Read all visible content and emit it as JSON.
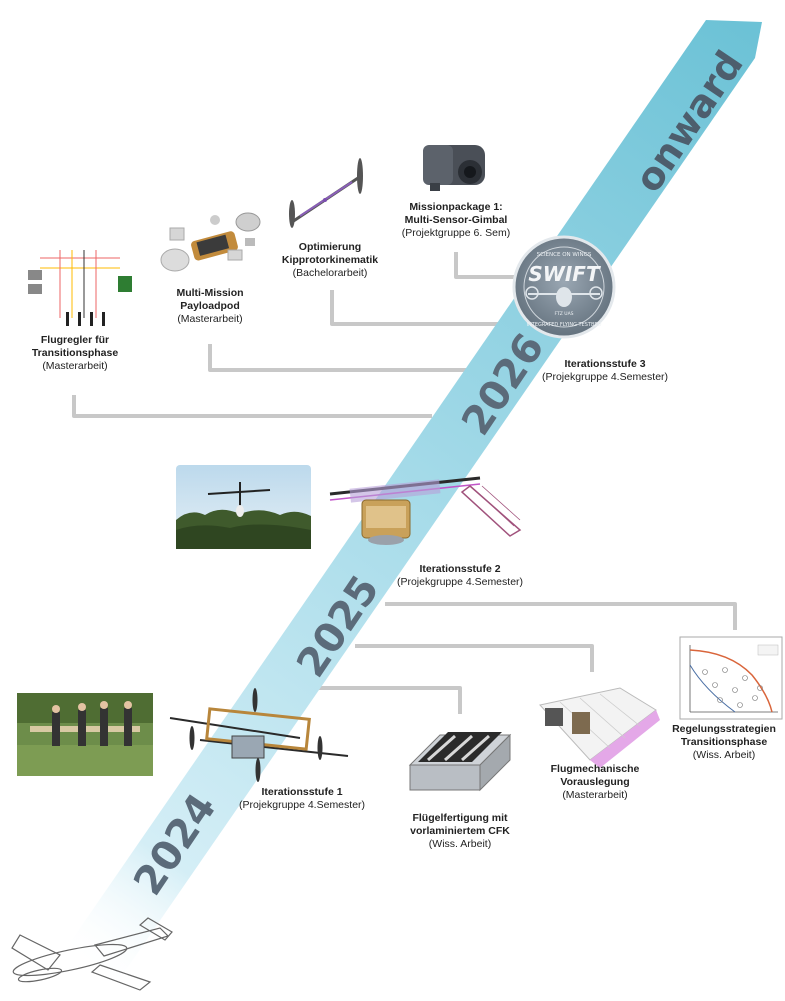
{
  "timeline": {
    "years": [
      "2024",
      "2025",
      "2026"
    ],
    "end_label": "onward",
    "arrow_color": "#6fc3d6"
  },
  "logo": {
    "main": "SWIFT",
    "top_arc": "SCIENCE ON WINGS",
    "bottom_arc": "INTEGRATED FLYING TESTBED",
    "small": "FTZ UAS"
  },
  "items": {
    "flugregler": {
      "title1": "Flugregler für",
      "title2": "Transitionsphase",
      "sub": "(Masterarbeit)"
    },
    "payloadpod": {
      "title1": "Multi-Mission",
      "title2": "Payloadpod",
      "sub": "(Masterarbeit)"
    },
    "kipprotor": {
      "title1": "Optimierung",
      "title2": "Kipprotorkinematik",
      "sub": "(Bachelorarbeit)"
    },
    "missionpackage": {
      "title1": "Missionpackage 1:",
      "title2": "Multi-Sensor-Gimbal",
      "sub": "(Projektgruppe 6. Sem)"
    },
    "iteration3": {
      "title1": "Iterationsstufe 3",
      "sub": "(Projekgruppe 4.Semester)"
    },
    "iteration2": {
      "title1": "Iterationsstufe 2",
      "sub": "(Projekgruppe 4.Semester)"
    },
    "iteration1": {
      "title1": "Iterationsstufe 1",
      "sub": "(Projekgruppe 4.Semester)"
    },
    "fluegel": {
      "title1": "Flügelfertigung mit",
      "title2": "vorlaminiertem CFK",
      "sub": "(Wiss. Arbeit)"
    },
    "flugmech": {
      "title1": "Flugmechanische",
      "title2": "Vorauslegung",
      "sub": "(Masterarbeit)"
    },
    "regelung": {
      "title1": "Regelungsstrategien",
      "title2": "Transitionsphase",
      "sub": "(Wiss. Arbeit)"
    }
  },
  "colors": {
    "connector": "#c8c8c8",
    "frame": "#b8863b",
    "dark": "#2a2a2a",
    "chart_orange": "#d9653b"
  }
}
